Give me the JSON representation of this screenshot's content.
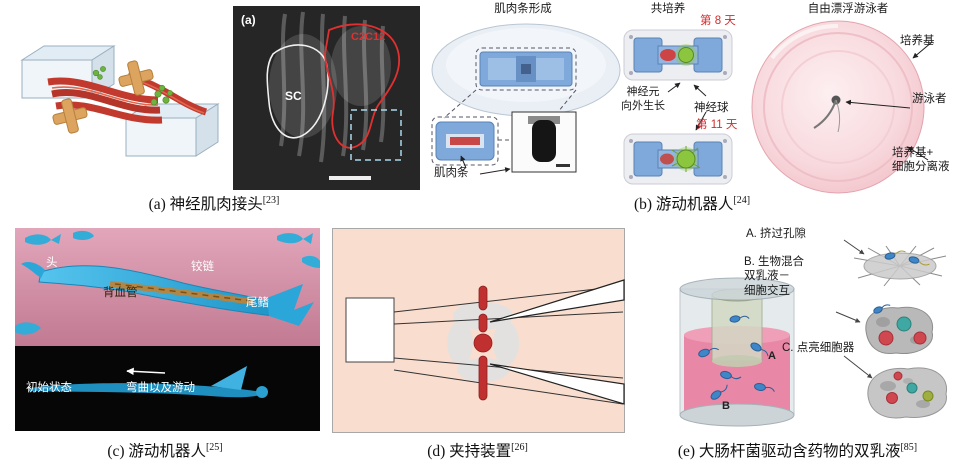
{
  "figure": {
    "captions": {
      "a": {
        "text": "(a) 神经肌肉接头",
        "ref": "[23]"
      },
      "b": {
        "text": "(b) 游动机器人",
        "ref": "[24]"
      },
      "c": {
        "text": "(c) 游动机器人",
        "ref": "[25]"
      },
      "d": {
        "text": "(d) 夹持装置",
        "ref": "[26]"
      },
      "e": {
        "text": "(e) 大肠杆菌驱动含药物的双乳液",
        "ref": "[85]"
      }
    },
    "panel_a": {
      "image_tag": "(a)",
      "label_c2c12": "C2C12",
      "label_sc": "SC"
    },
    "panel_b": {
      "muscle_formation_title": "肌肉条形成",
      "muscle_strip_label": "肌肉条",
      "coculture_title": "共培养",
      "day8": "第 8 天",
      "day11": "第 11 天",
      "neuron_outgrowth": "神经元\n向外生长",
      "neurosphere": "神经球",
      "swimmer_title": "自由漂浮游泳者",
      "culture_medium": "培养基",
      "swimmer": "游泳者",
      "medium_separation": "培养基+\n细胞分离液"
    },
    "panel_c": {
      "head": "头",
      "hinge": "铰链",
      "dorsal_vessel": "背血管",
      "tail_fin": "尾鳍",
      "initial_state": "初始状态",
      "bend_swim": "弯曲以及游动"
    },
    "panel_e": {
      "label_a_full": "A. 挤过孔隙",
      "label_b_full": "B. 生物混合\n双乳液－\n细胞交互",
      "label_c_full": "C. 点亮细胞器",
      "beaker_a": "A",
      "beaker_b": "B"
    },
    "colors": {
      "day_red": "#d42b2b",
      "panel_c_pink": "#d98ca6",
      "panel_d_bg": "#f8dccd",
      "device_blue": "#7ea9da",
      "fish_blue": "#38b6e8"
    }
  }
}
